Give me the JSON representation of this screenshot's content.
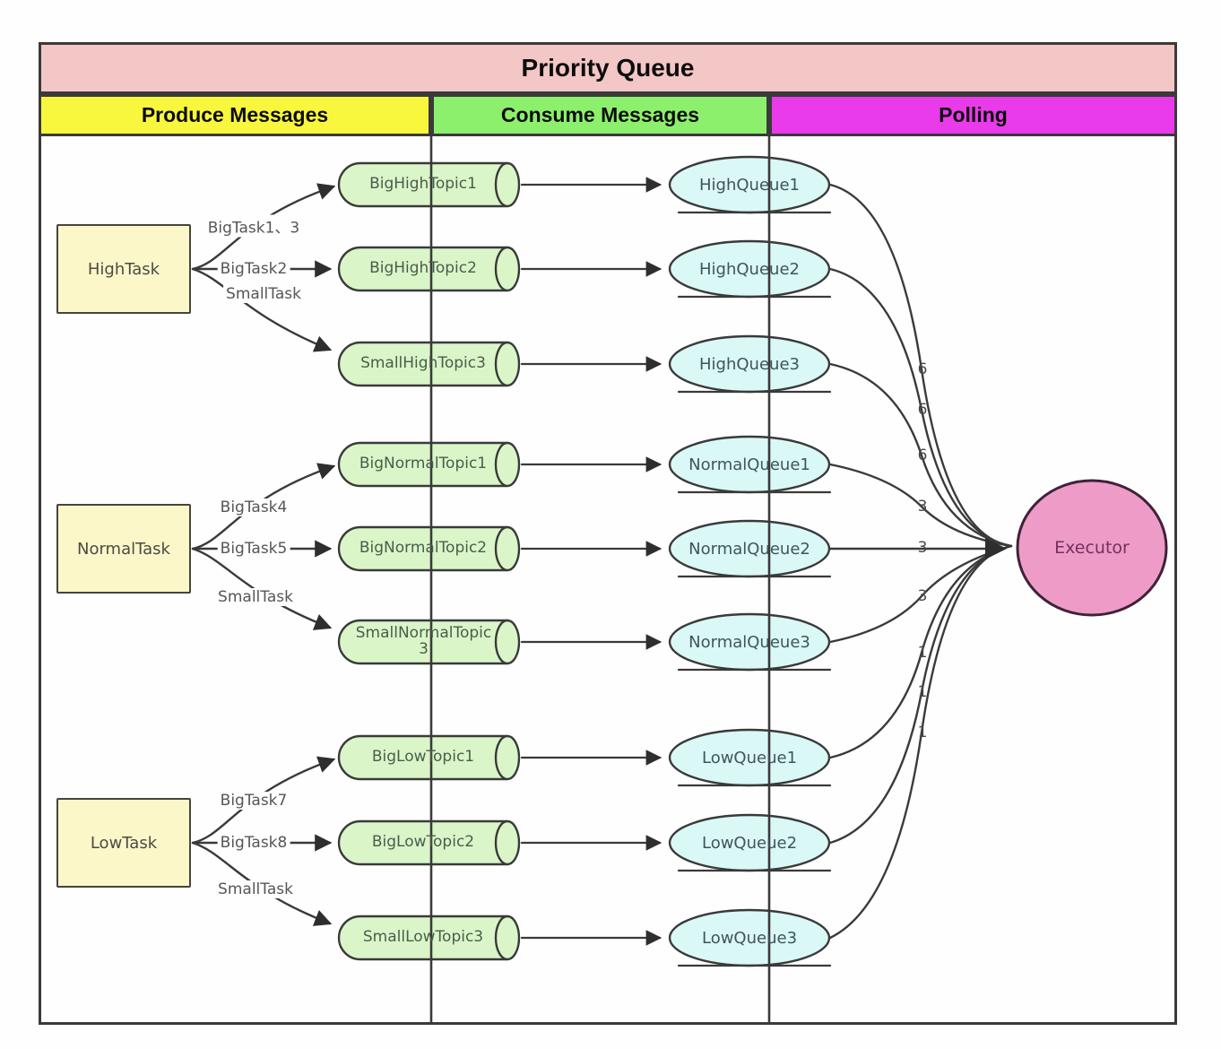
{
  "title": "Priority Queue",
  "columns": {
    "produce": "Produce Messages",
    "consume": "Consume Messages",
    "polling": "Polling"
  },
  "groups": [
    {
      "task": "HighTask",
      "edge_labels": [
        "BigTask1、3",
        "BigTask2",
        "SmallTask"
      ],
      "topics": [
        "BigHighTopic1",
        "BigHighTopic2",
        "SmallHighTopic3"
      ],
      "queues": [
        "HighQueue1",
        "HighQueue2",
        "HighQueue3"
      ],
      "poll_counts": [
        "6",
        "6",
        "6"
      ]
    },
    {
      "task": "NormalTask",
      "edge_labels": [
        "BigTask4",
        "BigTask5",
        "SmallTask"
      ],
      "topics": [
        "BigNormalTopic1",
        "BigNormalTopic2",
        "SmallNormalTopic3"
      ],
      "queues": [
        "NormalQueue1",
        "NormalQueue2",
        "NormalQueue3"
      ],
      "poll_counts": [
        "3",
        "3",
        "3"
      ]
    },
    {
      "task": "LowTask",
      "edge_labels": [
        "BigTask7",
        "BigTask8",
        "SmallTask"
      ],
      "topics": [
        "BigLowTopic1",
        "BigLowTopic2",
        "SmallLowTopic3"
      ],
      "queues": [
        "LowQueue1",
        "LowQueue2",
        "LowQueue3"
      ],
      "poll_counts": [
        "1",
        "1",
        "1"
      ]
    }
  ],
  "executor": {
    "label": "Executor"
  },
  "colors": {
    "title_bg": "#f2c7c5",
    "produce_bg": "#f8f73e",
    "consume_bg": "#8df06c",
    "polling_bg": "#e93be9",
    "task_fill": "#fbf7c9",
    "topic_fill": "#daf6c9",
    "queue_fill": "#daf8f6",
    "executor_fill": "#ee9cc7",
    "executor_text": "#73305f",
    "stroke": "#3a3a3a"
  }
}
